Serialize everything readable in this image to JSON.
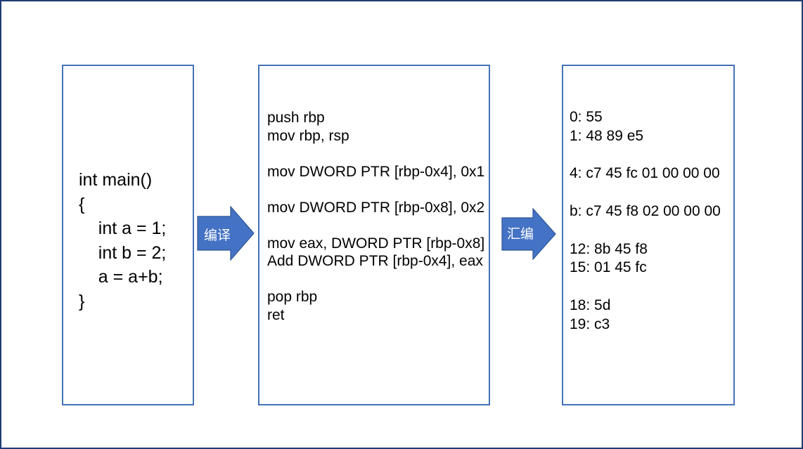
{
  "slide": {
    "border_color": "#1F3D76",
    "background": "#ffffff"
  },
  "boxes": {
    "source": {
      "name": "source-code",
      "border_color": "#4472B8",
      "text": "int main()\n{\n    int a = 1;\n    int b = 2;\n    a = a+b;\n}",
      "lines": [
        "int main()",
        "{",
        "    int a = 1;",
        "    int b = 2;",
        "    a = a+b;",
        "}"
      ]
    },
    "assembly": {
      "name": "assembly-code",
      "border_color": "#4472B8",
      "text": "push rbp\nmov rbp, rsp\n\nmov DWORD PTR [rbp-0x4], 0x1\n\nmov DWORD PTR [rbp-0x8], 0x2\n\nmov eax, DWORD PTR [rbp-0x8]\nAdd DWORD PTR [rbp-0x4], eax\n\npop rbp\nret",
      "lines": [
        "push rbp",
        "mov rbp, rsp",
        "",
        "mov DWORD PTR [rbp-0x4], 0x1",
        "",
        "mov DWORD PTR [rbp-0x8], 0x2",
        "",
        "mov eax, DWORD PTR [rbp-0x8]",
        "Add DWORD PTR [rbp-0x4], eax",
        "",
        "pop rbp",
        "ret"
      ]
    },
    "machine_code": {
      "name": "machine-code",
      "border_color": "#4472B8",
      "text": "0: 55\n1: 48 89 e5\n\n4: c7 45 fc 01 00 00 00\n\nb: c7 45 f8 02 00 00 00\n\n12: 8b 45 f8\n15: 01 45 fc\n\n18: 5d\n19: c3",
      "lines": [
        "0: 55",
        "1: 48 89 e5",
        "",
        "4: c7 45 fc 01 00 00 00",
        "",
        "b: c7 45 f8 02 00 00 00",
        "",
        "12: 8b 45 f8",
        "15: 01 45 fc",
        "",
        "18: 5d",
        "19: c3"
      ]
    }
  },
  "arrows": [
    {
      "name": "compile-arrow",
      "label": "编译",
      "fill": "#4472C4",
      "stroke": "#2F5597",
      "label_color": "#ffffff",
      "direction": "right"
    },
    {
      "name": "assemble-arrow",
      "label": "汇编",
      "fill": "#4472C4",
      "stroke": "#2F5597",
      "label_color": "#ffffff",
      "direction": "right"
    }
  ]
}
